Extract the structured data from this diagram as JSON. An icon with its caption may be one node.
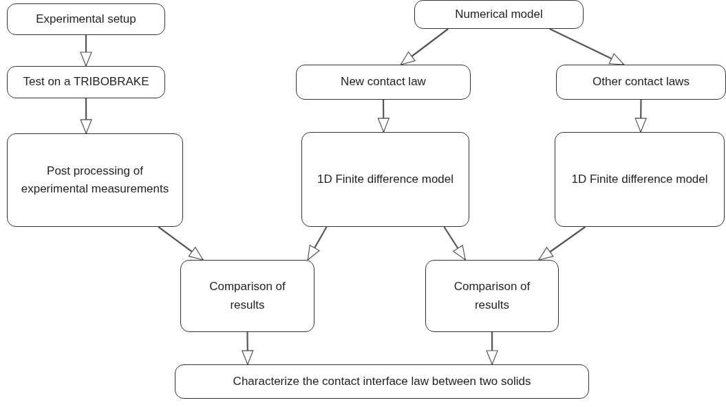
{
  "diagram": {
    "nodes": [
      {
        "text": [
          "Experimental setup"
        ]
      },
      {
        "text": [
          "Numerical model"
        ]
      },
      {
        "text": [
          "Test on a TRIBOBRAKE"
        ]
      },
      {
        "text": [
          "New contact law"
        ]
      },
      {
        "text": [
          "Other contact laws"
        ]
      },
      {
        "text": [
          "Post  processing of experimental measurements"
        ]
      },
      {
        "text": [
          "1D Finite difference model"
        ]
      },
      {
        "text": [
          "1D Finite difference model"
        ]
      },
      {
        "text": [
          "Comparison of results"
        ]
      },
      {
        "text": [
          "Comparison of results"
        ]
      },
      {
        "text": [
          "Characterize the contact interface law between two solids"
        ]
      }
    ],
    "edges": [
      {
        "from": 0,
        "to": 2,
        "arrow": "to"
      },
      {
        "from": 2,
        "to": 5,
        "arrow": "to"
      },
      {
        "from": 1,
        "to": 3,
        "arrow": "to"
      },
      {
        "from": 1,
        "to": 4,
        "arrow": "to"
      },
      {
        "from": 3,
        "to": 6,
        "arrow": "to"
      },
      {
        "from": 4,
        "to": 7,
        "arrow": "to"
      },
      {
        "from": 5,
        "to": 8,
        "arrow": "to"
      },
      {
        "from": 6,
        "to": 8,
        "arrow": "to"
      },
      {
        "from": 6,
        "to": 9,
        "arrow": "to"
      },
      {
        "from": 7,
        "to": 9,
        "arrow": "to"
      },
      {
        "from": 8,
        "to": 10,
        "arrow": "to"
      },
      {
        "from": 9,
        "to": 10,
        "arrow": "to"
      }
    ]
  }
}
